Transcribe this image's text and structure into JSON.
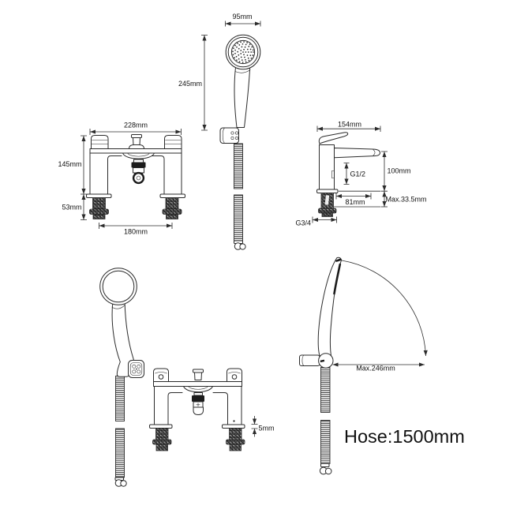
{
  "views": {
    "handshower_front": {
      "label_width": "95mm",
      "label_height": "245mm"
    },
    "mixer_front": {
      "label_width": "228mm",
      "label_body_height": "145mm",
      "label_tail_height": "53mm",
      "label_base_width": "180mm"
    },
    "mixer_side": {
      "label_depth": "154mm",
      "label_inlet": "G1/2",
      "label_spout_height": "100mm",
      "label_reach": "81mm",
      "label_deck_max": "Max.33.5mm",
      "label_tail_thread": "G3/4"
    },
    "mixer_back": {
      "label_deck_gap": "5mm"
    },
    "handset_swivel": {
      "label_radius": "Max.246mm"
    },
    "note": {
      "hose_length": "Hose:1500mm"
    }
  },
  "colors": {
    "line": "#2b2b2b",
    "text": "#111111",
    "background": "#ffffff"
  }
}
